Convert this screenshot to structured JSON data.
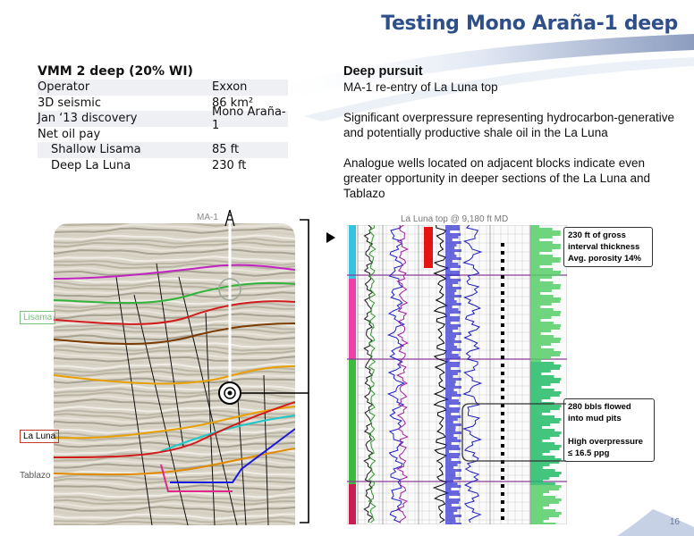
{
  "slide": {
    "title": "Testing Mono Araña-1 deep",
    "page_number": "16"
  },
  "wi_table": {
    "heading": "VMM 2 deep (20% WI)",
    "rows": [
      {
        "label": "Operator",
        "value": "Exxon"
      },
      {
        "label": "3D seismic",
        "value": "86 km²"
      },
      {
        "label": "Jan ‘13 discovery",
        "value": "Mono Araña-1"
      },
      {
        "label": "Net oil pay",
        "value": ""
      },
      {
        "label": "Shallow Lisama",
        "value": "85 ft"
      },
      {
        "label": "Deep La Luna",
        "value": "230 ft"
      }
    ]
  },
  "deep_pursuit": {
    "heading": "Deep pursuit",
    "line1": "MA-1 re-entry of La Luna top",
    "para2": "Significant overpressure representing hydrocarbon-generative and potentially productive shale oil in the La Luna",
    "para3": "Analogue wells located on adjacent blocks indicate even greater opportunity in deeper sections of the La Luna and Tablazo"
  },
  "seismic": {
    "well_label": "MA-1",
    "horizon_lisama": "Lisama",
    "horizon_laluna": "La Luna",
    "horizon_tablazo": "Tablazo",
    "lisama_color": "#7ec07e",
    "laluna_color": "#c0392b"
  },
  "well_log": {
    "top_label": "La Luna top @ 9,180 ft MD",
    "callout1_line1": "230 ft of gross",
    "callout1_line2": "interval thickness",
    "callout1_line3": "Avg. porosity 14%",
    "callout2_line1": "280 bbls flowed",
    "callout2_line2": "into mud pits",
    "callout2_line3": "High overpressure",
    "callout2_line4": "≤ 16.5 ppg"
  }
}
